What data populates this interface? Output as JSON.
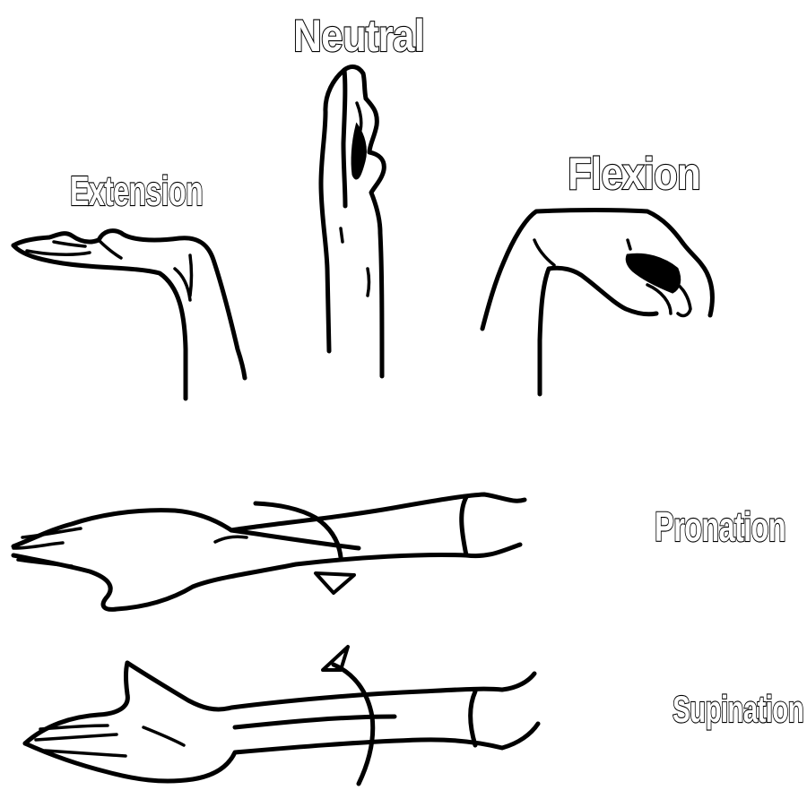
{
  "labels": {
    "neutral": "Neutral",
    "extension": "Extension",
    "flexion": "Flexion",
    "pronation": "Pronation",
    "supination": "Supination"
  },
  "colors": {
    "ink": "#000000",
    "background": "#ffffff"
  }
}
